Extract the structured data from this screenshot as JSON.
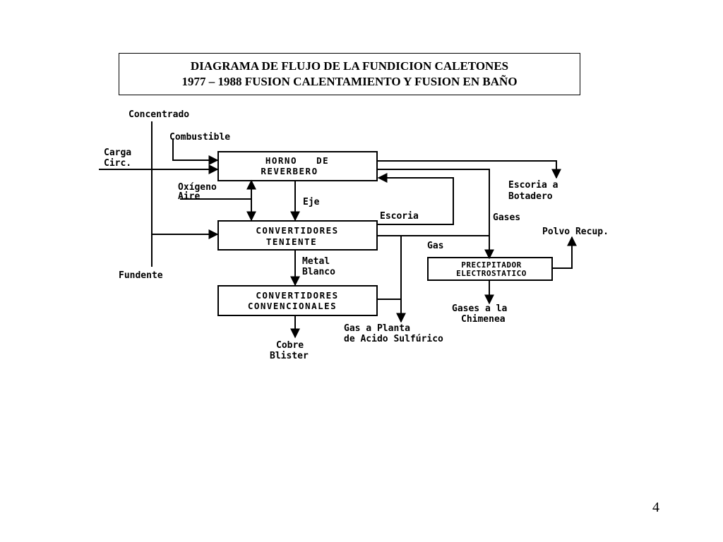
{
  "title": {
    "line1": "DIAGRAMA DE FLUJO DE LA FUNDICION CALETONES",
    "line2": "1977 – 1988 FUSION CALENTAMIENTO Y FUSION EN BAÑO"
  },
  "nodes": {
    "horno": {
      "line1": "HORNO   DE",
      "line2": "REVERBERO"
    },
    "teniente": {
      "line1": "CONVERTIDORES",
      "line2": "TENIENTE"
    },
    "convencionales": {
      "line1": "CONVERTIDORES",
      "line2": "CONVENCIONALES"
    },
    "precipitador": {
      "line1": "PRECIPITADOR",
      "line2": "ELECTROSTATICO"
    }
  },
  "labels": {
    "concentrado": "Concentrado",
    "combustible": "Combustible",
    "carga_line1": "Carga",
    "carga_line2": "Circ.",
    "oxigeno_line1": "Oxígeno",
    "oxigeno_line2": "Aire",
    "eje": "Eje",
    "fundente": "Fundente",
    "escoria": "Escoria",
    "escoria_botadero_line1": "Escoria a",
    "escoria_botadero_line2": "Botadero",
    "gases": "Gases",
    "polvo": "Polvo Recup.",
    "gas": "Gas",
    "metal_line1": "Metal",
    "metal_line2": "Blanco",
    "gases_chimenea_line1": "Gases a la",
    "gases_chimenea_line2": "Chimenea",
    "gas_planta_line1": "Gas a Planta",
    "gas_planta_line2": "de Acido Sulfúrico",
    "cobre_line1": "Cobre",
    "cobre_line2": "Blister"
  },
  "page_number": "4"
}
